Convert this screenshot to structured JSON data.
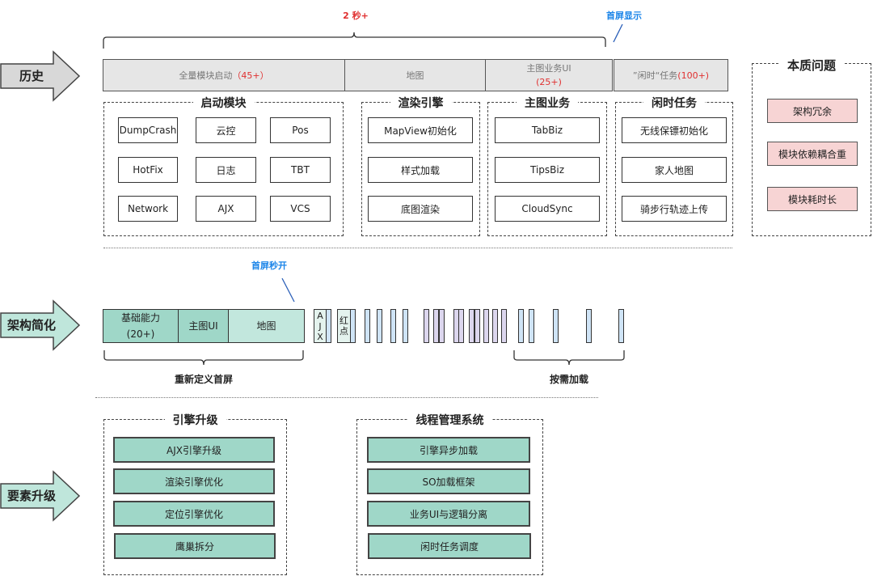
{
  "history": {
    "label": "历史",
    "duration": "2 秒+",
    "first_screen_label": "首屏显示",
    "segments": [
      {
        "text": "全量模块启动",
        "count": "（45+）"
      },
      {
        "text": "地图",
        "count": ""
      },
      {
        "text": "主图业务UI",
        "count": "(25+)"
      },
      {
        "text": "”闲时“任务",
        "count": "(100+)"
      }
    ],
    "groups": [
      {
        "title": "启动模块",
        "items": [
          "DumpCrash",
          "云控",
          "Pos",
          "HotFix",
          "日志",
          "TBT",
          "Network",
          "AJX",
          "VCS"
        ]
      },
      {
        "title": "渲染引擎",
        "items": [
          "MapView初始化",
          "样式加载",
          "底图渲染"
        ]
      },
      {
        "title": "主图业务",
        "items": [
          "TabBiz",
          "TipsBiz",
          "CloudSync"
        ]
      },
      {
        "title": "闲时任务",
        "items": [
          "无线保镖初始化",
          "家人地图",
          "骑步行轨迹上传"
        ]
      }
    ],
    "issues": {
      "title": "本质问题",
      "items": [
        "架构冗余",
        "模块依赖耦合重",
        "模块耗时长"
      ]
    }
  },
  "simplify": {
    "label": "架构简化",
    "first_screen_label": "首屏秒开",
    "segments": [
      {
        "text": "基础能力",
        "count": "(20+)"
      },
      {
        "text": "主图UI",
        "count": ""
      },
      {
        "text": "地图",
        "count": ""
      }
    ],
    "ajx": [
      "A",
      "J",
      "X"
    ],
    "red_dot": [
      "红",
      "点"
    ],
    "bar_kinds": [
      "blue",
      "blue",
      "blue",
      "blue",
      "purple",
      "purple",
      "purple",
      "purple",
      "purple",
      "purple",
      "purple",
      "purple",
      "purple",
      "purple",
      "blue",
      "blue",
      "blue",
      "blue",
      "blue"
    ],
    "redefine_label": "重新定义首屏",
    "on_demand_label": "按需加载",
    "colors": {
      "blue": "#cfe4f6",
      "purple": "#dcd6ee",
      "teal": "#9fd7c8",
      "light_teal": "#c2e7dd"
    }
  },
  "elements": {
    "label": "要素升级",
    "groups": [
      {
        "title": "引擎升级",
        "items": [
          "AJX引擎升级",
          "渲染引擎优化",
          "定位引擎优化",
          "鹰巢拆分"
        ]
      },
      {
        "title": "线程管理系统",
        "items": [
          "引擎异步加载",
          "SO加载框架",
          "业务UI与逻辑分离",
          "闲时任务调度"
        ]
      }
    ]
  }
}
